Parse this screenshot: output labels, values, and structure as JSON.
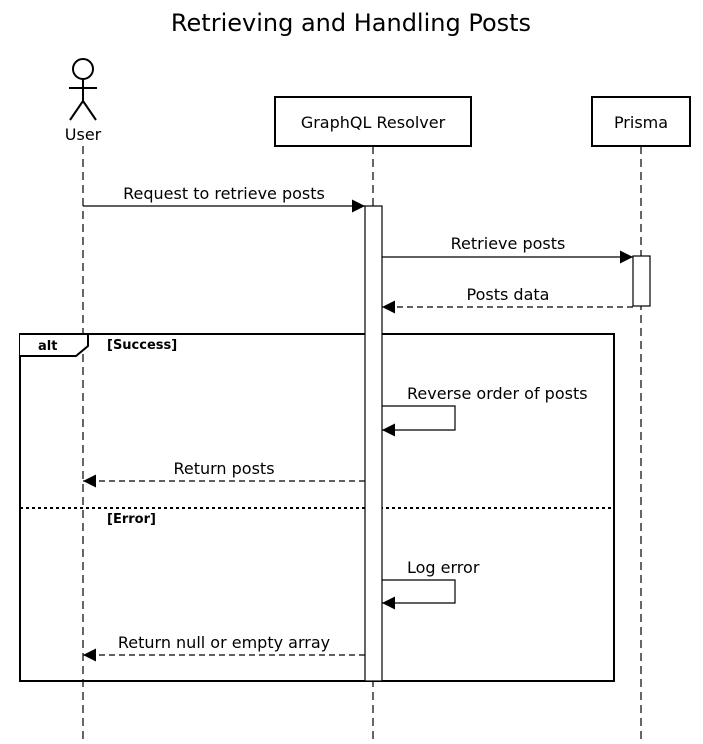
{
  "title": "Retrieving and Handling Posts",
  "participants": {
    "user": "User",
    "resolver": "GraphQL Resolver",
    "prisma": "Prisma"
  },
  "messages": {
    "request": "Request to retrieve posts",
    "retrieve": "Retrieve posts",
    "posts_data": "Posts data",
    "reverse": "Reverse order of posts",
    "return_posts": "Return posts",
    "log_error": "Log error",
    "return_null": "Return null or empty array"
  },
  "fragment": {
    "operator": "alt",
    "guard_success": "[Success]",
    "guard_error": "[Error]"
  }
}
